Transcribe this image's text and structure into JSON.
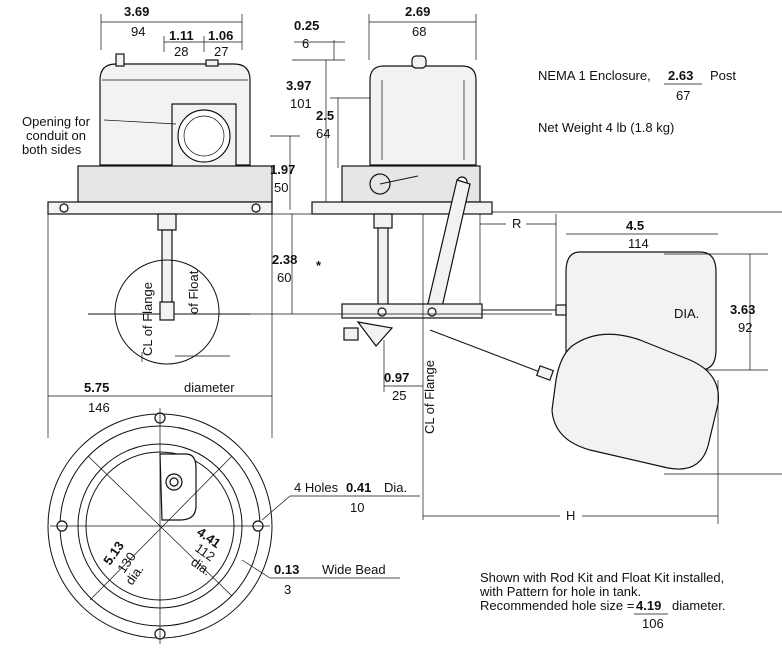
{
  "dimensions": {
    "overall_width": {
      "in": "3.69",
      "mm": "94"
    },
    "conduit_offset_a": {
      "in": "1.11",
      "mm": "28"
    },
    "conduit_offset_b": {
      "in": "1.06",
      "mm": "27"
    },
    "enclosure_height": {
      "in": "3.97",
      "mm": "101"
    },
    "post_height": {
      "in": "2.5",
      "mm": "64"
    },
    "base_height": {
      "in": "1.97",
      "mm": "50"
    },
    "post_offset": {
      "in": "0.25",
      "mm": "6"
    },
    "enclosure_depth": {
      "in": "2.69",
      "mm": "68"
    },
    "flange_to_float": {
      "in": "2.38",
      "mm": "60"
    },
    "float_length": {
      "in": "4.5",
      "mm": "114"
    },
    "float_diameter": {
      "in": "3.63",
      "mm": "92"
    },
    "flange_to_rod": {
      "in": "0.97",
      "mm": "25"
    },
    "flange_diameter": {
      "in": "5.75",
      "mm": "146"
    },
    "bolt_circle": {
      "in": "5.13",
      "mm": "130"
    },
    "inner_circle": {
      "in": "4.41",
      "mm": "112"
    },
    "hole_size": {
      "in": "0.41",
      "mm": "10"
    },
    "bead_width": {
      "in": "0.13",
      "mm": "3"
    },
    "recommended_hole": {
      "in": "4.19",
      "mm": "106"
    }
  },
  "labels": {
    "conduit_opening": [
      "Opening for",
      "conduit on",
      "both sides"
    ],
    "asterisk": "*",
    "r_label": "R",
    "h_label": "H",
    "dia_label": "DIA.",
    "dia_short": "dia.",
    "diameter_word": "diameter",
    "cl_flange": "CL of Flange",
    "of_float": "of Float",
    "holes_prefix": "4 Holes",
    "holes_suffix": "Dia.",
    "bead_suffix": "Wide Bead"
  },
  "notes": {
    "enclosure_prefix": "NEMA 1 Enclosure,",
    "enclosure_suffix": "Post",
    "net_weight": "Net Weight 4 lb (1.8 kg)",
    "shown_with_1": "Shown with Rod Kit and Float Kit installed,",
    "shown_with_2": "with Pattern for hole in tank.",
    "recommended_prefix": "Recommended hole size =",
    "recommended_suffix": "diameter."
  },
  "post_dimension": {
    "in": "2.63",
    "mm": "67"
  }
}
